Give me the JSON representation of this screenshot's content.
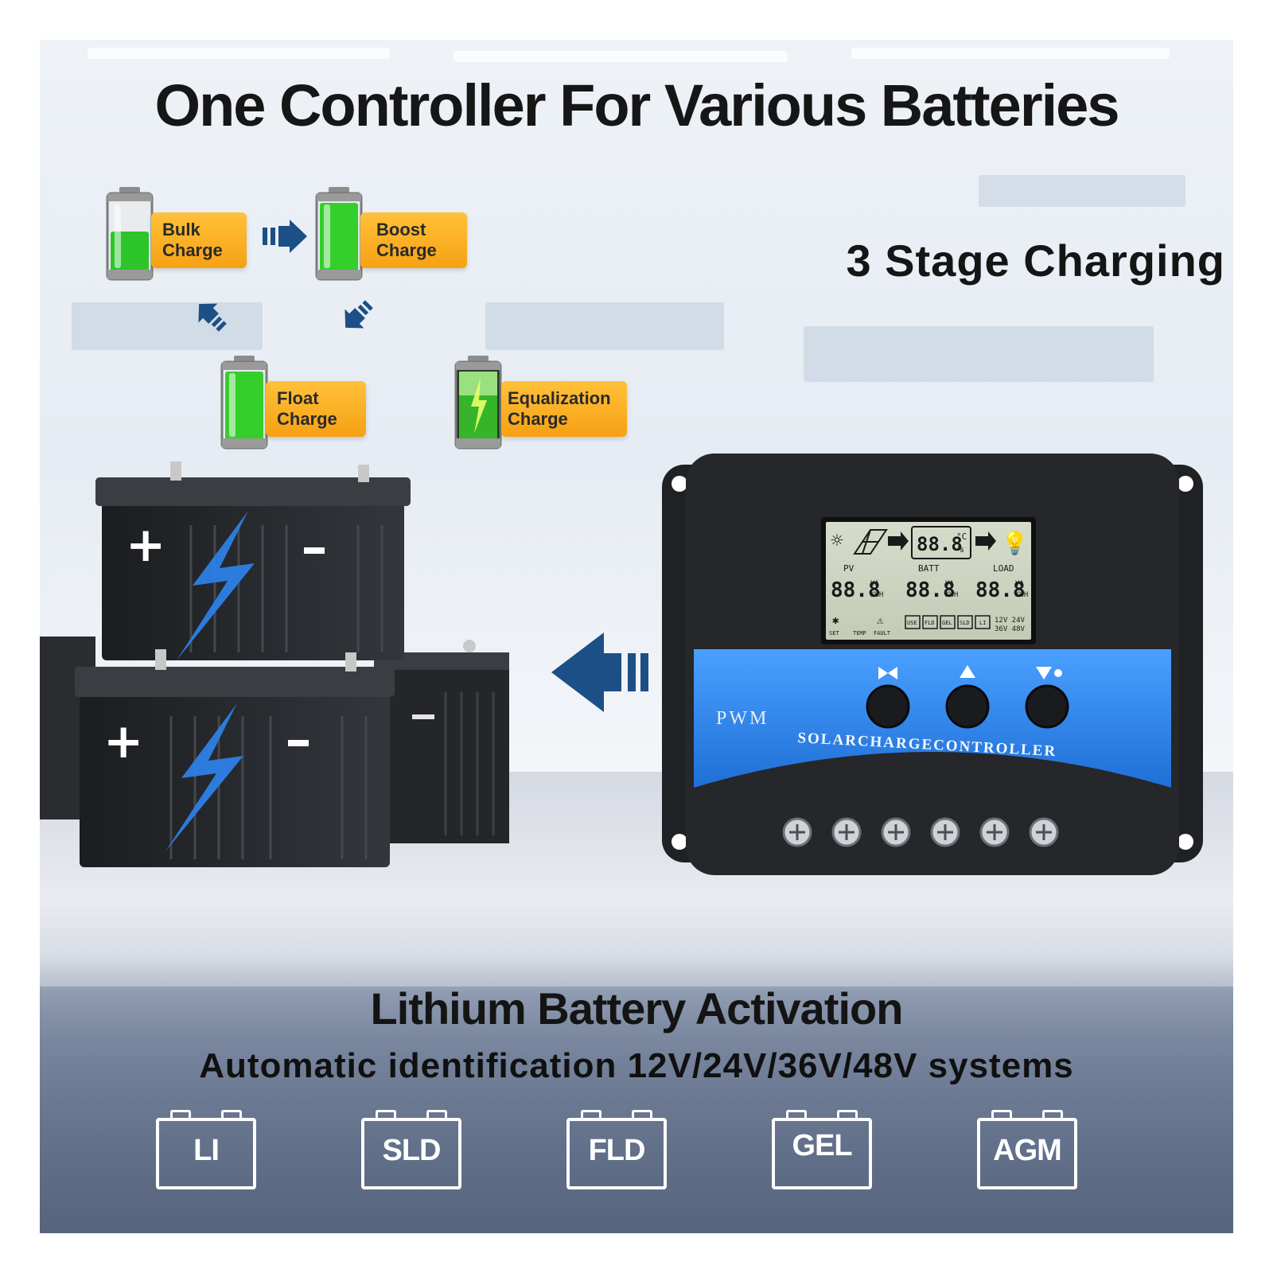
{
  "headline": "One Controller For Various Batteries",
  "stage_heading": "3 Stage Charging",
  "stages": [
    {
      "line1": "Bulk",
      "line2": "Charge"
    },
    {
      "line1": "Boost",
      "line2": "Charge"
    },
    {
      "line1": "Float",
      "line2": "Charge"
    },
    {
      "line1": "Equalization",
      "line2": "Charge"
    }
  ],
  "controller": {
    "brand": "PWM",
    "model_text": "SOLARCHARGECONTROLLER",
    "lcd": {
      "batt_value": "88.8",
      "batt_units_top": "°C",
      "batt_units_bottom": "%",
      "pv_label": "PV",
      "batt_label": "BATT",
      "load_label": "LOAD",
      "pv_value": "88.8",
      "batt_value2": "88.8",
      "load_value": "88.8",
      "unit_va": "VA",
      "unit_kwh": "KWH",
      "set_label": "SET",
      "temp_label": "TEMP",
      "fault_label": "FAULT",
      "modes": [
        "USE",
        "FLD",
        "GEL",
        "SLD",
        "LI"
      ],
      "volt_a": "12V 24V",
      "volt_b": "36V 48V"
    }
  },
  "lithium_heading": "Lithium Battery Activation",
  "auto_heading": "Automatic identification 12V/24V/36V/48V systems",
  "battery_types": [
    "LI",
    "SLD",
    "FLD",
    "GEL",
    "AGM"
  ],
  "colors": {
    "label_orange": "#f6a113",
    "battery_green": "#3ccf2a",
    "controller_blue": "#2f86e6",
    "arrow_blue": "#1c4f86"
  }
}
